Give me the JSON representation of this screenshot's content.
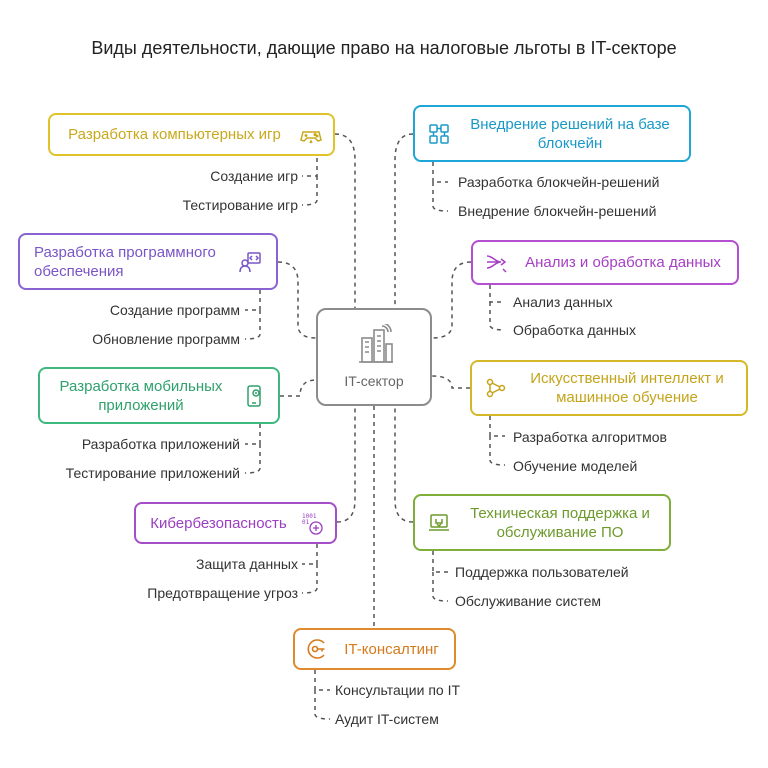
{
  "title": "Виды деятельности, дающие право на налоговые льготы в IT-секторе",
  "center": {
    "label": "IT-сектор",
    "icon": "city-buildings-icon"
  },
  "colors": {
    "yellow": "#e0c229",
    "purple": "#8a63d2",
    "green": "#3fb87f",
    "violet": "#a44fc8",
    "blue": "#1ea6d8",
    "magenta": "#b44fd0",
    "gold": "#d5b82a",
    "olive": "#7fae3a",
    "orange": "#e08a2e",
    "connector": "#555555"
  },
  "categories": [
    {
      "id": "games",
      "label": "Разработка компьютерных игр",
      "icon": "gamepad-icon",
      "color": "#e0c229",
      "items": [
        "Создание игр",
        "Тестирование игр"
      ]
    },
    {
      "id": "software",
      "label": "Разработка программного обеспечения",
      "icon": "developer-icon",
      "color": "#8a63d2",
      "items": [
        "Создание программ",
        "Обновление программ"
      ]
    },
    {
      "id": "mobile",
      "label": "Разработка мобильных приложений",
      "icon": "smartphone-icon",
      "color": "#3fb87f",
      "items": [
        "Разработка приложений",
        "Тестирование приложений"
      ]
    },
    {
      "id": "security",
      "label": "Кибербезопасность",
      "icon": "binary-shield-icon",
      "color": "#a44fc8",
      "items": [
        "Защита данных",
        "Предотвращение угроз"
      ]
    },
    {
      "id": "blockchain",
      "label": "Внедрение решений на базе блокчейн",
      "icon": "blocks-icon",
      "color": "#1ea6d8",
      "items": [
        "Разработка блокчейн-решений",
        "Внедрение блокчейн-решений"
      ]
    },
    {
      "id": "data",
      "label": "Анализ и обработка данных",
      "icon": "data-flow-icon",
      "color": "#b44fd0",
      "items": [
        "Анализ данных",
        "Обработка данных"
      ]
    },
    {
      "id": "ai",
      "label": "Искусственный интеллект и машинное обучение",
      "icon": "ai-network-icon",
      "color": "#d5b82a",
      "items": [
        "Разработка алгоритмов",
        "Обучение моделей"
      ]
    },
    {
      "id": "support",
      "label": "Техническая поддержка и обслуживание ПО",
      "icon": "laptop-support-icon",
      "color": "#7fae3a",
      "items": [
        "Поддержка пользователей",
        "Обслуживание систем"
      ]
    },
    {
      "id": "consulting",
      "label": "IT-консалтинг",
      "icon": "key-circle-icon",
      "color": "#e08a2e",
      "items": [
        "Консультации по IT",
        "Аудит IT-систем"
      ]
    }
  ]
}
